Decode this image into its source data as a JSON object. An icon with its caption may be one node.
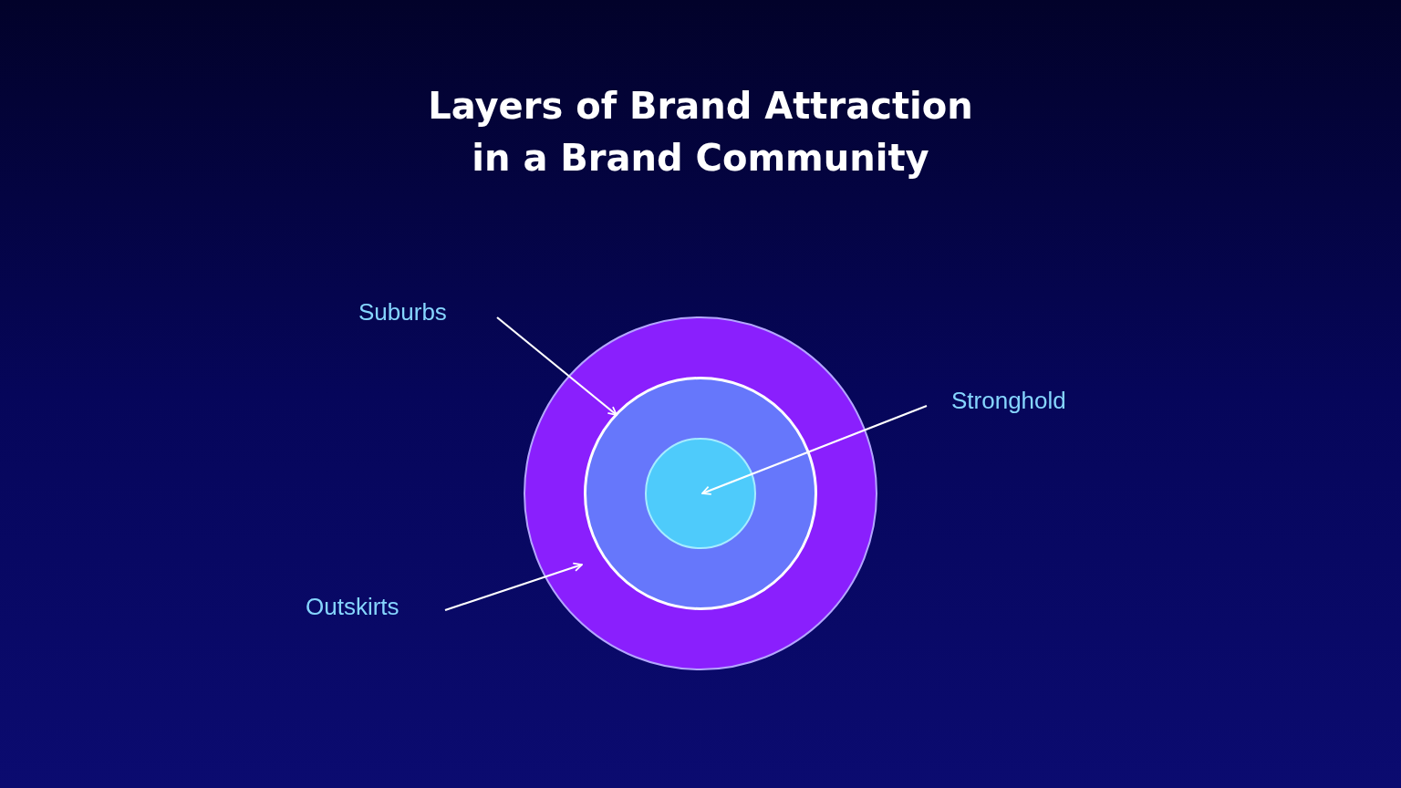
{
  "diagram": {
    "title": "Layers of Brand Attraction in a Brand Community",
    "nodes": [
      {
        "text": [
          "Suburbs"
        ]
      },
      {
        "text": [
          "Stronghold"
        ]
      },
      {
        "text": [],
        "shape": "circle"
      },
      {
        "text": [],
        "shape": "circle",
        "in": 2
      },
      {
        "text": [],
        "shape": "circle",
        "in": 3
      },
      {
        "text": [
          "Outskirts"
        ]
      }
    ],
    "edges": [
      {
        "from": 0,
        "to": 3,
        "arrow": "to"
      },
      {
        "from": 1,
        "to": 4,
        "arrow": "to"
      },
      {
        "from": 5,
        "to": 2,
        "arrow": "to"
      }
    ]
  }
}
